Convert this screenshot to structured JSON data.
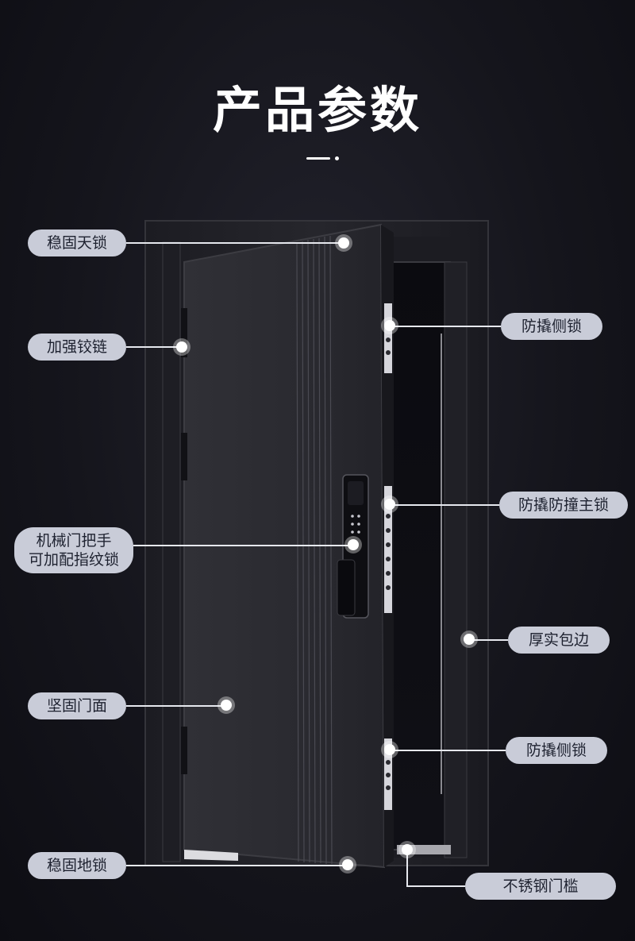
{
  "title": "产品参数",
  "labels": {
    "top_lock": "稳固天锁",
    "hinge": "加强铰链",
    "handle_line1": "机械门把手",
    "handle_line2": "可加配指纹锁",
    "door_panel": "坚固门面",
    "bottom_lock": "稳固地锁",
    "side_lock_top": "防撬侧锁",
    "main_lock": "防撬防撞主锁",
    "frame_edge": "厚实包边",
    "side_lock_bottom": "防撬侧锁",
    "threshold": "不锈钢门槛"
  },
  "colors": {
    "background": "#15151c",
    "label_bg": "#c9ccd8",
    "label_text": "#1e2230",
    "door": "#2a2a30",
    "leader_line": "#e6e8ee"
  }
}
